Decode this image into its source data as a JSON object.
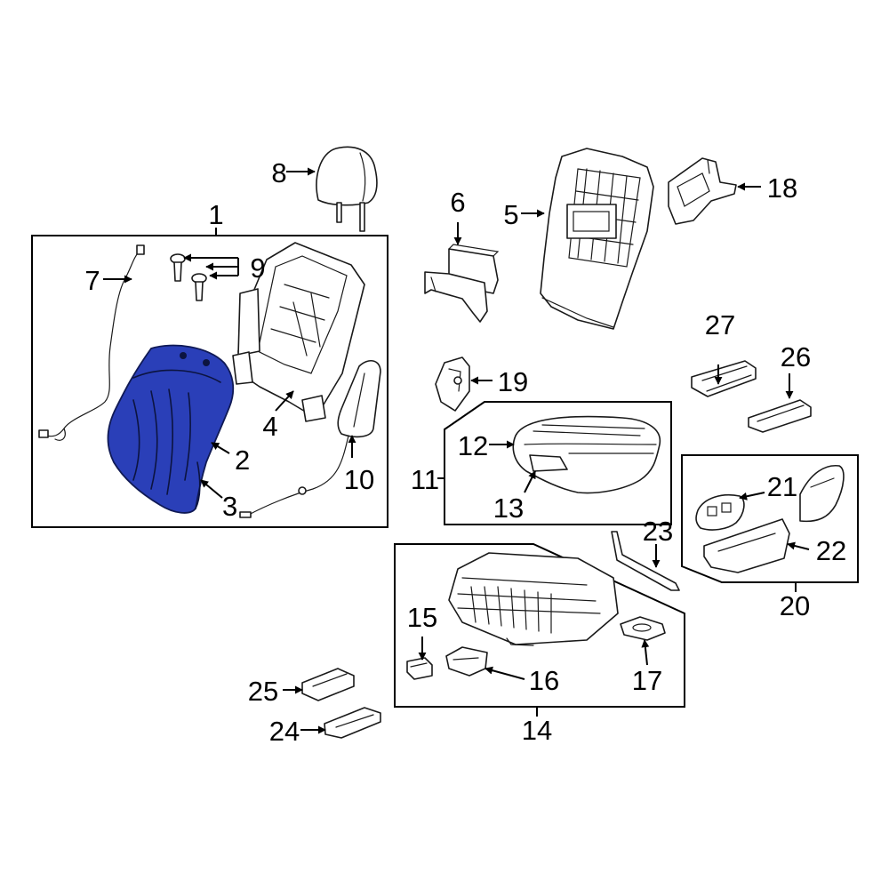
{
  "diagram": {
    "highlight_color": "#2a3fb8",
    "highlighted_part": "2",
    "callouts": [
      "1",
      "2",
      "3",
      "4",
      "5",
      "6",
      "7",
      "8",
      "9",
      "10",
      "11",
      "12",
      "13",
      "14",
      "15",
      "16",
      "17",
      "18",
      "19",
      "20",
      "21",
      "22",
      "23",
      "24",
      "25",
      "26",
      "27"
    ]
  }
}
